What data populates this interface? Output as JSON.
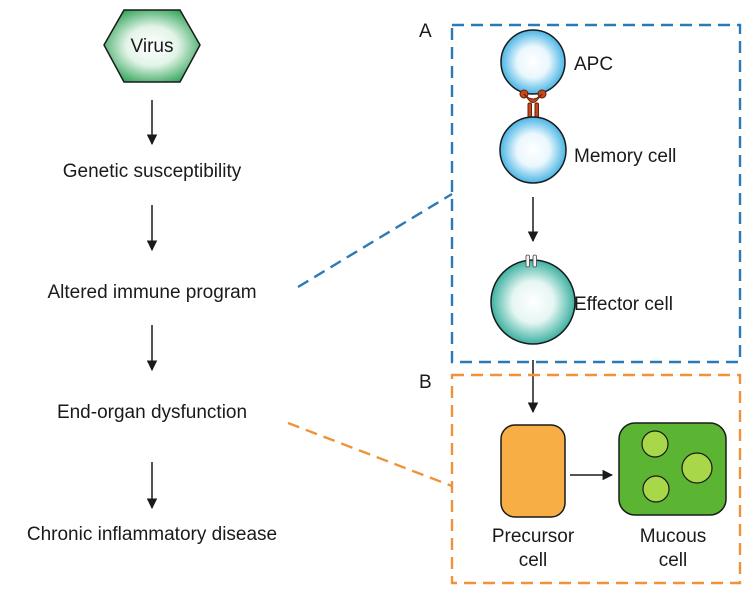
{
  "flow": {
    "steps": [
      "Genetic susceptibility",
      "Altered immune program",
      "End-organ dysfunction",
      "Chronic inflammatory disease"
    ],
    "start": "Virus"
  },
  "panel_a": {
    "letter": "A",
    "cells": {
      "apc": "APC",
      "memory": "Memory cell",
      "effector": "Effector cell"
    }
  },
  "panel_b": {
    "letter": "B",
    "precursor": [
      "Precursor",
      "cell"
    ],
    "mucous": [
      "Mucous",
      "cell"
    ]
  },
  "colors": {
    "virus_green": "#1e9b4a",
    "cell_blue": "#2aa8e0",
    "cell_teal": "#1aa390",
    "receptor": "#c24a1c",
    "dash_blue": "#2a7ab8",
    "dash_orange": "#f0923a",
    "precursor_orange": "#f7ae45",
    "mucous_green": "#5cb532"
  }
}
